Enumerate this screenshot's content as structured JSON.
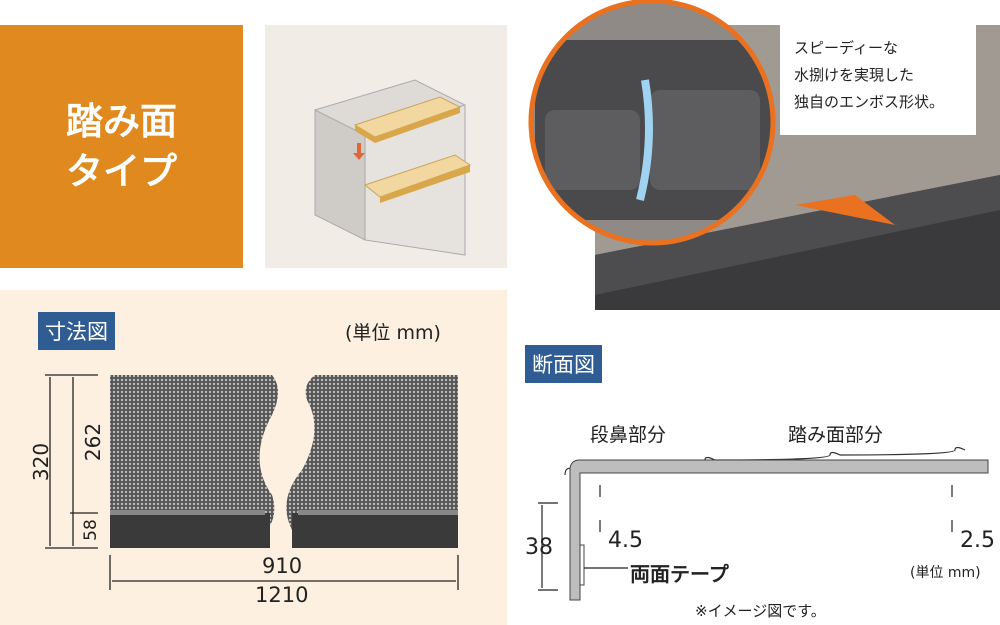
{
  "type_box": {
    "line1": "踏み面",
    "line2": "タイプ"
  },
  "callout": {
    "line1": "スピーディーな",
    "line2": "水捌けを実現した",
    "line3": "独自のエンボス形状。"
  },
  "dimensions": {
    "title": "寸法図",
    "unit": "(単位 mm)",
    "height_total": "320",
    "height_tread": "262",
    "height_nose": "58",
    "width_short": "910",
    "width_long": "1210"
  },
  "section": {
    "title": "断面図",
    "nose_label": "段鼻部分",
    "tread_label": "踏み面部分",
    "height": "38",
    "thick_nose": "4.5",
    "thick_tread": "2.5",
    "tape_label": "両面テープ",
    "unit": "(単位 mm)",
    "note": "※イメージ図です。"
  },
  "colors": {
    "orange": "#E0891E",
    "navy": "#2F5C93",
    "panel": "#FDF0E0"
  }
}
